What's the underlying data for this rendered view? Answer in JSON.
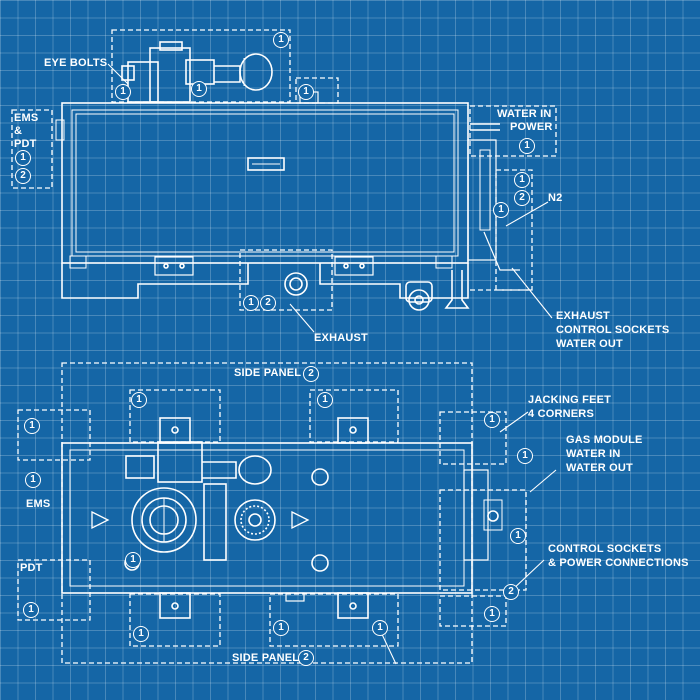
{
  "labels": {
    "eye_bolts": "EYE BOLTS",
    "ems_top": "EMS",
    "amp": "&",
    "pdt_top": "PDT",
    "water_in": "WATER IN",
    "power": "POWER",
    "n2": "N2",
    "exhaust": "EXHAUST",
    "exhaust_2": "EXHAUST",
    "control_sockets": "CONTROL SOCKETS",
    "water_out": "WATER OUT",
    "side_panel_top": "SIDE PANEL",
    "side_panel_bottom": "SIDE PANEL",
    "jacking_feet": "JACKING FEET",
    "four_corners": "4 CORNERS",
    "gas_module": "GAS MODULE",
    "water_in_2": "WATER IN",
    "water_out_2": "WATER OUT",
    "ems_bottom": "EMS",
    "pdt_bottom": "PDT",
    "control_sockets_2": "CONTROL SOCKETS",
    "power_connections": "& POWER CONNECTIONS"
  },
  "refs": {
    "one": "1",
    "two": "2"
  },
  "colors": {
    "background": "#1566a6",
    "line": "#ffffff"
  }
}
